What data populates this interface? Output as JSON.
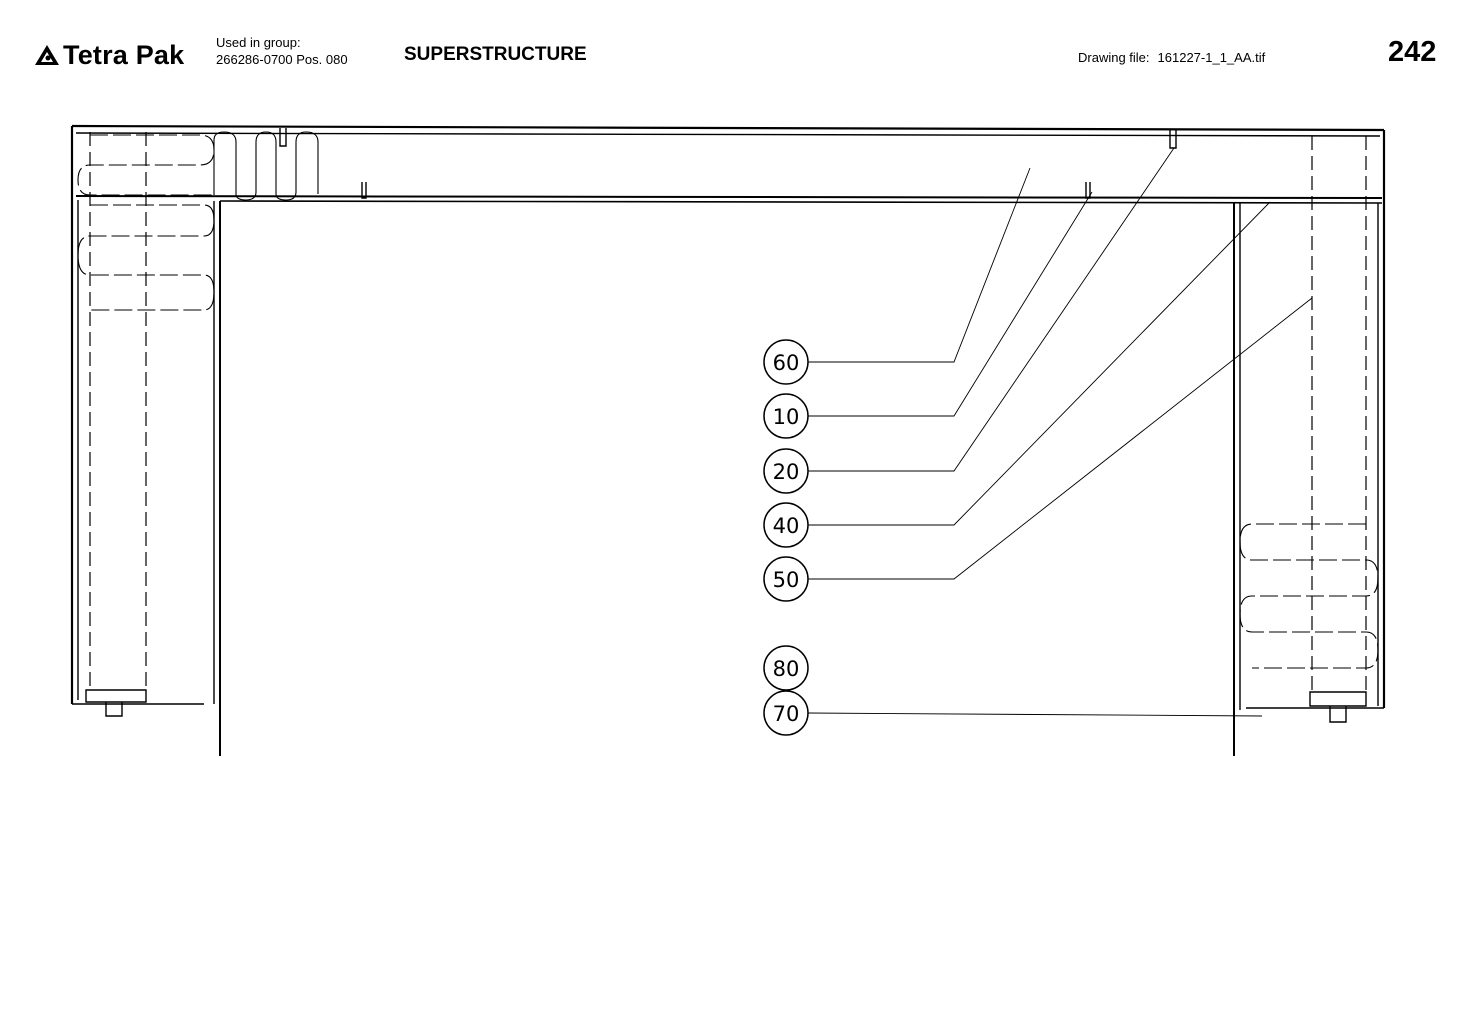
{
  "header": {
    "brand": "Tetra Pak",
    "logo_icon": "tetra-pak-logo-icon",
    "used_in_group_label": "Used in group:",
    "used_in_group_value": "266286-0700 Pos. 080",
    "title": "SUPERSTRUCTURE",
    "drawing_file_label": "Drawing file:",
    "drawing_file_value": "161227-1_1_AA.tif",
    "page_number": "242"
  },
  "callouts": [
    {
      "label": "60"
    },
    {
      "label": "10"
    },
    {
      "label": "20"
    },
    {
      "label": "40"
    },
    {
      "label": "50"
    },
    {
      "label": "80"
    },
    {
      "label": "70"
    }
  ]
}
